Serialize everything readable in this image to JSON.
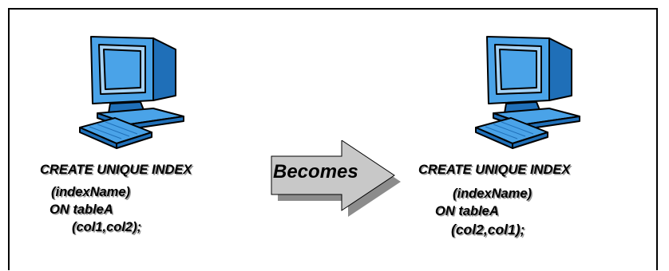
{
  "arrow": {
    "label": "Becomes",
    "fill": "#c8c8c8",
    "shadow": "#8c8c8c"
  },
  "colors": {
    "screen": "#4aa3e8",
    "screen_dark": "#1f6fb8",
    "screen_light": "#a7d3f5",
    "outline": "#000000"
  },
  "left": {
    "icon": "desktop-computer-icon",
    "lines": [
      "CREATE UNIQUE INDEX",
      "(indexName)",
      "ON tableA",
      "(col1,col2);"
    ]
  },
  "right": {
    "icon": "desktop-computer-icon",
    "lines": [
      "CREATE UNIQUE INDEX",
      "(indexName)",
      "ON tableA",
      "(col2,col1);"
    ]
  }
}
